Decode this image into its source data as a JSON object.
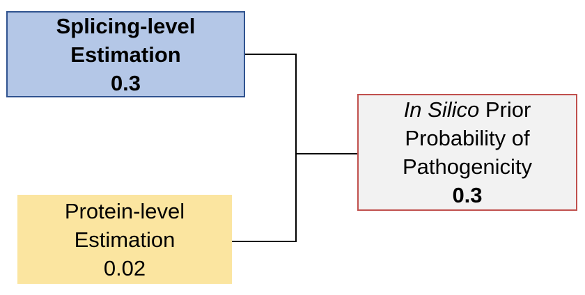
{
  "splicing": {
    "line1": "Splicing-level",
    "line2": "Estimation",
    "value": "0.3",
    "fill": "#b4c7e7",
    "border": "#2f528f"
  },
  "protein": {
    "line1": "Protein-level",
    "line2": "Estimation",
    "value": "0.02",
    "fill": "#fbe5a0"
  },
  "prior": {
    "italic": "In Silico",
    "line1_rest": "Prior",
    "line2": "Probability of",
    "line3": "Pathogenicity",
    "value": "0.3",
    "fill": "#f2f2f2",
    "border": "#c0504d"
  }
}
